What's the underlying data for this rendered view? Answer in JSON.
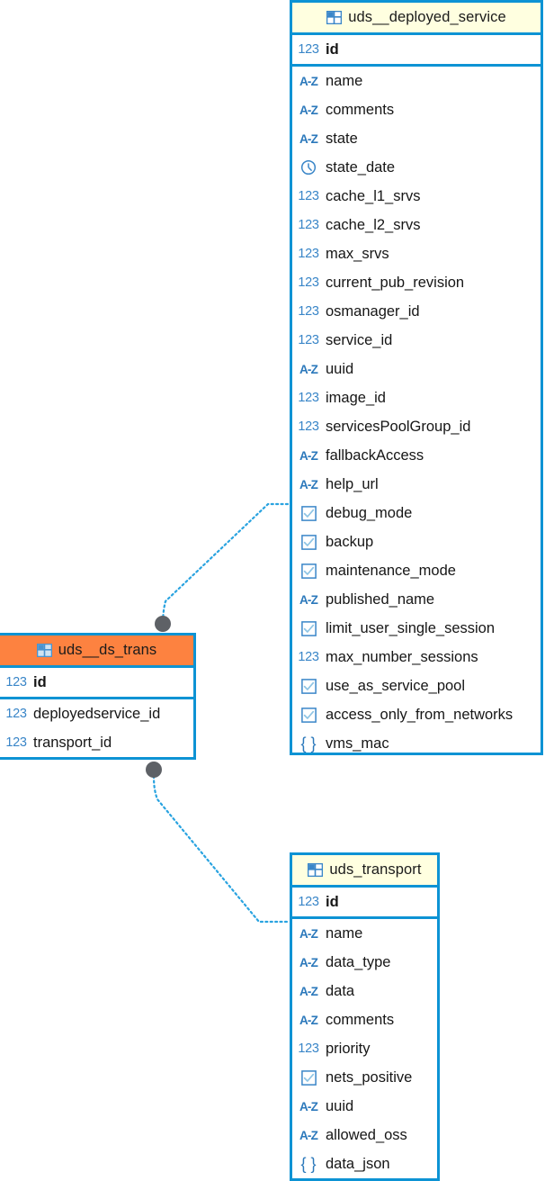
{
  "diagram": {
    "type": "er-diagram",
    "background": "#ffffff",
    "accent_border": "#0d93d4",
    "header_cream": "#ffffe0",
    "header_orange": "#fd8240",
    "connector_color": "#29a3e0",
    "connector_endpoint_color": "#5e6166"
  },
  "icons": {
    "table": "table-grid-icon",
    "integer": "123",
    "string": "A-Z",
    "datetime": "clock-icon",
    "boolean": "checkbox-icon",
    "json": "{ }"
  },
  "entities": [
    {
      "id": "uds__deployed_service",
      "name": "uds__deployed_service",
      "header_style": "cream",
      "primary_key": {
        "name": "id",
        "type": "integer"
      },
      "fields": [
        {
          "name": "name",
          "type": "string"
        },
        {
          "name": "comments",
          "type": "string"
        },
        {
          "name": "state",
          "type": "string"
        },
        {
          "name": "state_date",
          "type": "datetime"
        },
        {
          "name": "cache_l1_srvs",
          "type": "integer"
        },
        {
          "name": "cache_l2_srvs",
          "type": "integer"
        },
        {
          "name": "max_srvs",
          "type": "integer"
        },
        {
          "name": "current_pub_revision",
          "type": "integer"
        },
        {
          "name": "osmanager_id",
          "type": "integer"
        },
        {
          "name": "service_id",
          "type": "integer"
        },
        {
          "name": "uuid",
          "type": "string"
        },
        {
          "name": "image_id",
          "type": "integer"
        },
        {
          "name": "servicesPoolGroup_id",
          "type": "integer"
        },
        {
          "name": "fallbackAccess",
          "type": "string"
        },
        {
          "name": "help_url",
          "type": "string"
        },
        {
          "name": "debug_mode",
          "type": "boolean"
        },
        {
          "name": "backup",
          "type": "boolean"
        },
        {
          "name": "maintenance_mode",
          "type": "boolean"
        },
        {
          "name": "published_name",
          "type": "string"
        },
        {
          "name": "limit_user_single_session",
          "type": "boolean"
        },
        {
          "name": "max_number_sessions",
          "type": "integer"
        },
        {
          "name": "use_as_service_pool",
          "type": "boolean"
        },
        {
          "name": "access_only_from_networks",
          "type": "boolean"
        },
        {
          "name": "vms_mac",
          "type": "json"
        }
      ]
    },
    {
      "id": "uds__ds_trans",
      "name": "uds__ds_trans",
      "header_style": "orange",
      "primary_key": {
        "name": "id",
        "type": "integer"
      },
      "fields": [
        {
          "name": "deployedservice_id",
          "type": "integer"
        },
        {
          "name": "transport_id",
          "type": "integer"
        }
      ]
    },
    {
      "id": "uds_transport",
      "name": "uds_transport",
      "header_style": "cream",
      "primary_key": {
        "name": "id",
        "type": "integer"
      },
      "fields": [
        {
          "name": "name",
          "type": "string"
        },
        {
          "name": "data_type",
          "type": "string"
        },
        {
          "name": "data",
          "type": "string"
        },
        {
          "name": "comments",
          "type": "string"
        },
        {
          "name": "priority",
          "type": "integer"
        },
        {
          "name": "nets_positive",
          "type": "boolean"
        },
        {
          "name": "uuid",
          "type": "string"
        },
        {
          "name": "allowed_oss",
          "type": "string"
        },
        {
          "name": "data_json",
          "type": "json"
        }
      ]
    }
  ],
  "relationships": [
    {
      "id": "rel-dstrans-deployed",
      "from": "uds__ds_trans",
      "to": "uds__deployed_service",
      "style": "dotted"
    },
    {
      "id": "rel-dstrans-transport",
      "from": "uds__ds_trans",
      "to": "uds_transport",
      "style": "dotted"
    }
  ]
}
